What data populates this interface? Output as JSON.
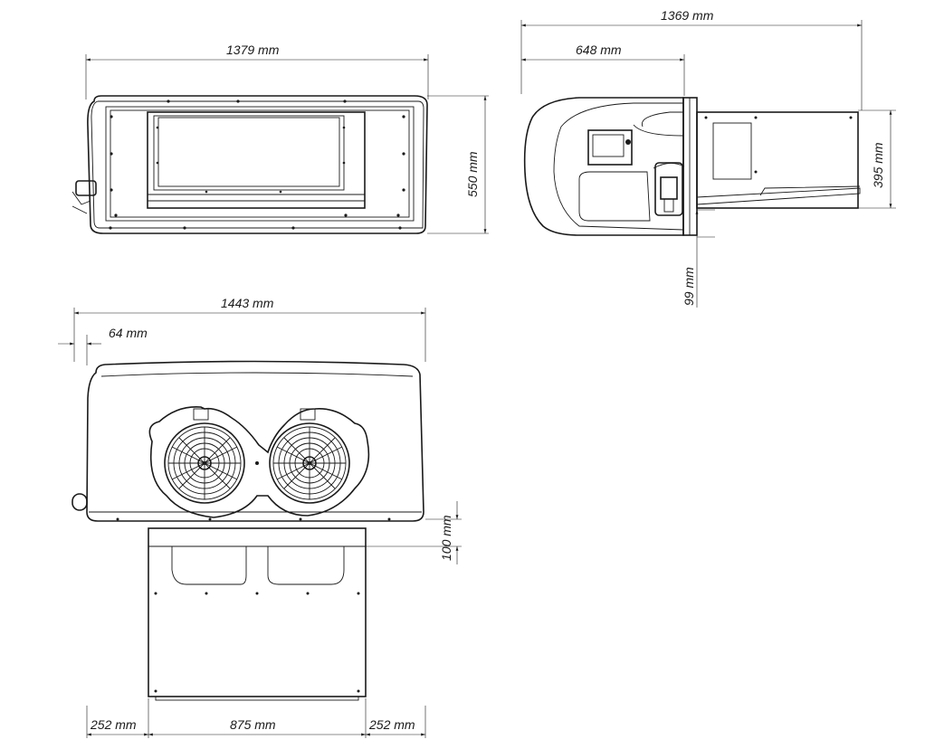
{
  "dimensions": {
    "top_width": "1379  mm",
    "top_height": "550  mm",
    "side_total": "1369  mm",
    "side_front": "648  mm",
    "side_height": "395  mm",
    "side_protrusion": "99  mm",
    "bottom_total": "1443  mm",
    "bottom_offset": "64  mm",
    "bottom_drop": "100  mm",
    "bottom_left": "252  mm",
    "bottom_mid": "875  mm",
    "bottom_right": "252  mm"
  }
}
